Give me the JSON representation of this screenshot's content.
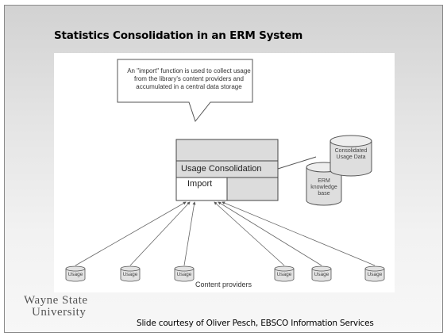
{
  "slide": {
    "title": "Statistics Consolidation in an ERM System",
    "credit": "Slide courtesy of Oliver Pesch, EBSCO Information Services",
    "logo": {
      "line1": "Wayne State",
      "line2": "University"
    }
  },
  "diagram": {
    "callout": "An \"import\" function is used to collect usage from the library's content providers and accumulated in a central data storage",
    "consolidation_label": "Usage Consolidation",
    "import_label": "Import",
    "consolidated_data": "Consolidated Usage Data",
    "erm_kb": "ERM knowledge base",
    "usage_items": [
      "Usage",
      "Usage",
      "Usage",
      "Usage",
      "Usage",
      "Usage"
    ],
    "providers_label": "Content providers"
  }
}
